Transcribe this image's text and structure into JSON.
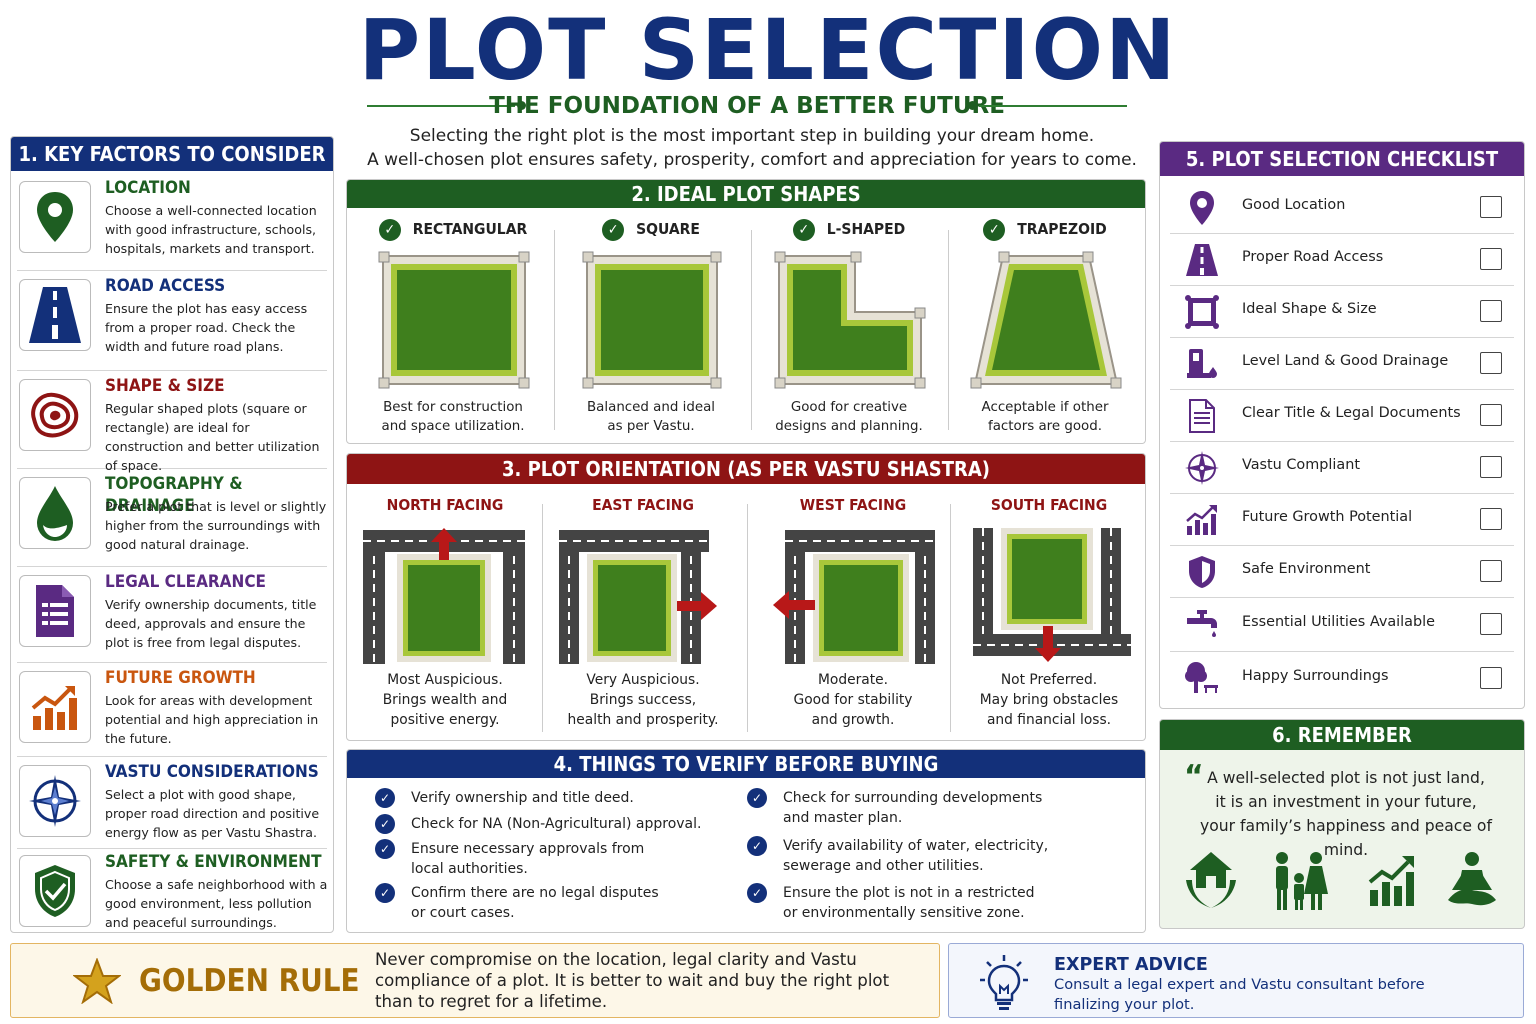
{
  "header": {
    "title": "PLOT SELECTION",
    "subtitle": "THE FOUNDATION OF A BETTER FUTURE",
    "intro_line1": "Selecting the right plot is the most important step in building your dream home.",
    "intro_line2": "A well-chosen plot ensures safety, prosperity, comfort and appreciation for years to come."
  },
  "colors": {
    "navy": "#13307a",
    "green": "#1e5e22",
    "red": "#8e1414",
    "purple": "#5a2a82",
    "gold": "#a46d07"
  },
  "key_factors": {
    "heading": "1. KEY FACTORS TO CONSIDER",
    "items": [
      {
        "title": "LOCATION",
        "color": "#1e5e22",
        "icon": "location-pin-icon",
        "desc": "Choose a well-connected location with good infrastructure, schools, hospitals, markets and transport."
      },
      {
        "title": "ROAD ACCESS",
        "color": "#13307a",
        "icon": "road-icon",
        "desc": "Ensure the plot has easy access from a proper road. Check the width and future road plans."
      },
      {
        "title": "SHAPE & SIZE",
        "color": "#8e1414",
        "icon": "contour-icon",
        "desc": "Regular shaped plots (square or rectangle) are ideal for construction and better utilization of space."
      },
      {
        "title": "TOPOGRAPHY & DRAINAGE",
        "color": "#1e5e22",
        "icon": "water-drop-icon",
        "desc": "Prefer a plot that is level or slightly higher from the surroundings with good natural drainage."
      },
      {
        "title": "LEGAL CLEARANCE",
        "color": "#5a2a82",
        "icon": "document-icon",
        "desc": "Verify ownership documents, title deed, approvals and ensure the plot is free from legal disputes."
      },
      {
        "title": "FUTURE GROWTH",
        "color": "#c9560f",
        "icon": "growth-chart-icon",
        "desc": "Look for areas with development potential and high appreciation in the future."
      },
      {
        "title": "VASTU CONSIDERATIONS",
        "color": "#13307a",
        "icon": "compass-icon",
        "desc": "Select a plot with good shape, proper road direction and positive energy flow as per Vastu Shastra."
      },
      {
        "title": "SAFETY & ENVIRONMENT",
        "color": "#1e5e22",
        "icon": "shield-icon",
        "desc": "Choose a safe neighborhood with a good environment, less pollution and peaceful surroundings."
      }
    ]
  },
  "shapes": {
    "heading": "2. IDEAL PLOT SHAPES",
    "items": [
      {
        "label": "RECTANGULAR",
        "cap1": "Best for construction",
        "cap2": "and space utilization."
      },
      {
        "label": "SQUARE",
        "cap1": "Balanced and ideal",
        "cap2": "as per Vastu."
      },
      {
        "label": "L-SHAPED",
        "cap1": "Good for creative",
        "cap2": "designs and planning."
      },
      {
        "label": "TRAPEZOID",
        "cap1": "Acceptable if other",
        "cap2": "factors are good."
      }
    ]
  },
  "orientation": {
    "heading": "3. PLOT ORIENTATION (AS PER VASTU SHASTRA)",
    "items": [
      {
        "label": "NORTH FACING",
        "cap1": "Most Auspicious.",
        "cap2": "Brings wealth and",
        "cap3": "positive energy."
      },
      {
        "label": "EAST FACING",
        "cap1": "Very Auspicious.",
        "cap2": "Brings success,",
        "cap3": "health and prosperity."
      },
      {
        "label": "WEST FACING",
        "cap1": "Moderate.",
        "cap2": "Good for stability",
        "cap3": "and growth."
      },
      {
        "label": "SOUTH FACING",
        "cap1": "Not Preferred.",
        "cap2": "May bring obstacles",
        "cap3": "and financial loss."
      }
    ]
  },
  "verify": {
    "heading": "4. THINGS TO VERIFY BEFORE BUYING",
    "left": [
      {
        "l1": "Verify ownership and title deed.",
        "l2": ""
      },
      {
        "l1": "Check for NA (Non-Agricultural) approval.",
        "l2": ""
      },
      {
        "l1": "Ensure necessary approvals from",
        "l2": "local authorities."
      },
      {
        "l1": "Confirm there are no legal disputes",
        "l2": "or court cases."
      }
    ],
    "right": [
      {
        "l1": "Check for surrounding developments",
        "l2": "and master plan."
      },
      {
        "l1": "Verify availability of water, electricity,",
        "l2": "sewerage and other utilities."
      },
      {
        "l1": "Ensure the plot is not in a restricted",
        "l2": "or environmentally sensitive zone."
      }
    ]
  },
  "checklist": {
    "heading": "5. PLOT SELECTION CHECKLIST",
    "items": [
      {
        "label": "Good Location",
        "icon": "location-pin-icon"
      },
      {
        "label": "Proper Road Access",
        "icon": "road-icon"
      },
      {
        "label": "Ideal Shape & Size",
        "icon": "plot-shape-icon"
      },
      {
        "label": "Level Land & Good Drainage",
        "icon": "drainage-icon"
      },
      {
        "label": "Clear Title & Legal Documents",
        "icon": "document-icon"
      },
      {
        "label": "Vastu Compliant",
        "icon": "compass-icon"
      },
      {
        "label": "Future Growth Potential",
        "icon": "growth-chart-icon"
      },
      {
        "label": "Safe Environment",
        "icon": "shield-icon"
      },
      {
        "label": "Essential Utilities Available",
        "icon": "water-tap-icon"
      },
      {
        "label": "Happy Surroundings",
        "icon": "tree-bench-icon"
      }
    ]
  },
  "remember": {
    "heading": "6. REMEMBER",
    "quote_mark": "“",
    "line1": "A well-selected plot is not just land,",
    "line2": "it is an investment in your future,",
    "line3": "your family’s happiness and peace of mind."
  },
  "golden_rule": {
    "title": "GOLDEN RULE",
    "text": "Never compromise on the location, legal clarity and Vastu compliance of a plot. It is better to wait and buy the right plot than to regret for a lifetime."
  },
  "expert": {
    "title": "EXPERT ADVICE",
    "text": "Consult a legal expert and Vastu consultant before finalizing your plot."
  }
}
